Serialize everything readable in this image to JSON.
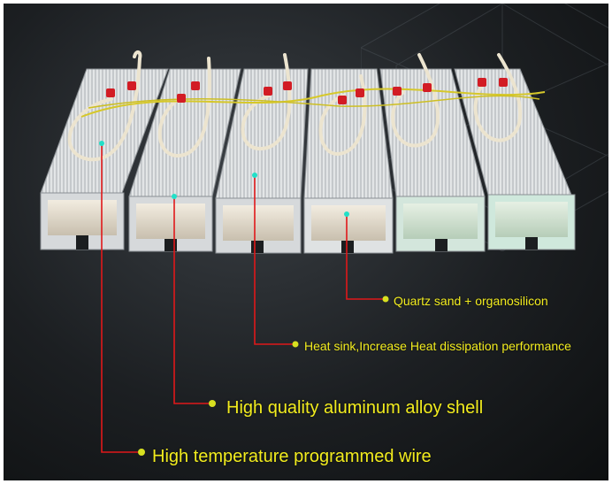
{
  "callouts": [
    {
      "id": "quartz",
      "text": "Quartz sand + organosilicon"
    },
    {
      "id": "heatsink",
      "text": "Heat sink,Increase Heat dissipation performance"
    },
    {
      "id": "shell",
      "text": "High quality aluminum alloy shell"
    },
    {
      "id": "wire",
      "text": "High temperature programmed wire"
    }
  ],
  "colors": {
    "label_text": "#f2ec1e",
    "callout_line": "#e0181a",
    "callout_dot": "#22e0c8",
    "callout_end_dot": "#d8e020",
    "shell": "#d9dde0",
    "wire": "#ece4cf",
    "terminal": "#d21c24"
  }
}
